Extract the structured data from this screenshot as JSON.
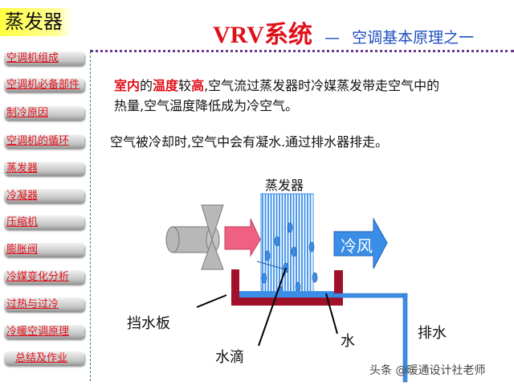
{
  "header": {
    "section_title": "蒸发器",
    "title_main": "VRV系统",
    "title_dash": "—",
    "title_sub": "空调基本原理之一"
  },
  "sidebar": {
    "items": [
      {
        "label": "空调机组成"
      },
      {
        "label": "空调机必备部件"
      },
      {
        "label": "制冷原因"
      },
      {
        "label": "空调机的循环"
      },
      {
        "label": "蒸发器"
      },
      {
        "label": "冷凝器"
      },
      {
        "label": "压缩机"
      },
      {
        "label": "膨胀阀"
      },
      {
        "label": "冷媒变化分析"
      },
      {
        "label": "过热与过冷"
      },
      {
        "label": "冷暖空调原理"
      },
      {
        "label": " 总结及作业"
      }
    ]
  },
  "content": {
    "line1_parts": [
      "室内",
      "的",
      "温度",
      "较",
      "高",
      ",空气流过蒸发器时冷媒蒸发带走空气中的"
    ],
    "line2": "热量,空气温度降低成为冷空气。",
    "line3": "空气被冷却时,空气中会有凝水.通过排水器排走。"
  },
  "diagram": {
    "evaporator_label": "蒸发器",
    "cold_air_label": "冷风",
    "baffle_label": "挡水板",
    "droplet_label": "水滴",
    "water_label": "水",
    "drain_label": "排水",
    "colors": {
      "fin": "#3a8ee8",
      "warm_air": "#f06080",
      "cold_air": "#3a8ee8",
      "pan": "#a0102a",
      "fan": "#b8b8b8"
    }
  },
  "watermark": "头条 @暖通设计社老师"
}
